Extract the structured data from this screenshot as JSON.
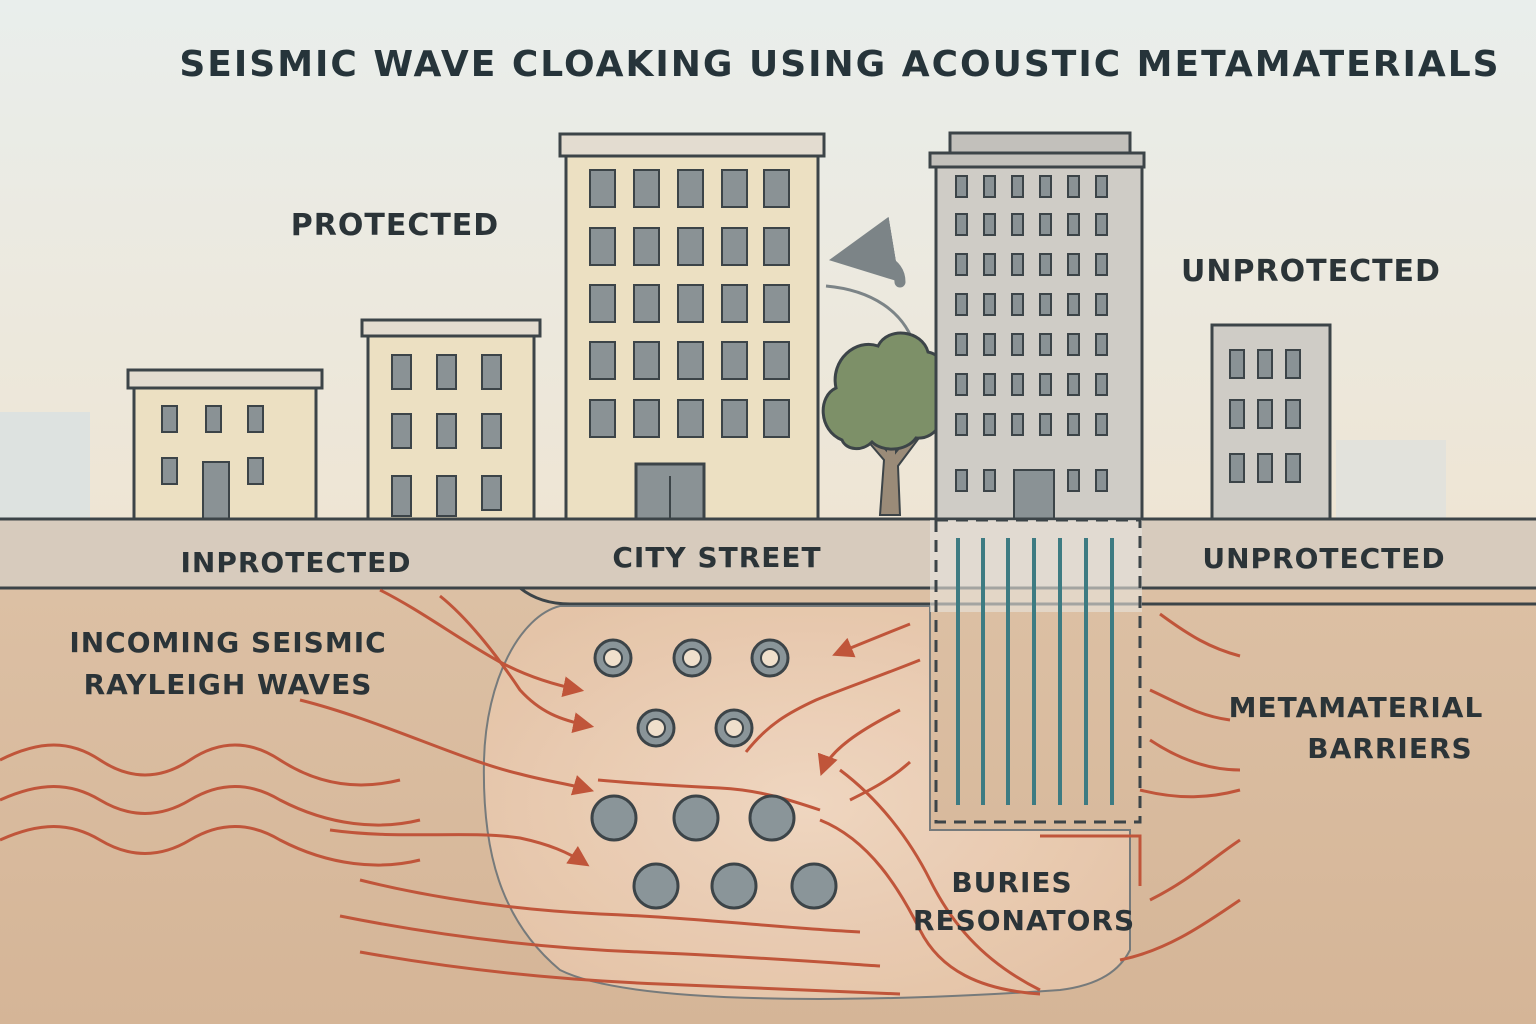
{
  "title": "SEISMIC WAVE CLOAKING USING ACOUSTIC METAMATERIALS",
  "labels": {
    "protected": "PROTECTED",
    "unprotected_sky": "UNPROTECTED",
    "inprotected_street": "INPROTECTED",
    "city_street": "CITY STREET",
    "unprotected_street": "UNPROTECTED",
    "incoming_waves_line1": "INCOMING SEISMIC",
    "incoming_waves_line2": "RAYLEIGH WAVES",
    "metamaterial_line1": "METAMATERIAL",
    "metamaterial_line2": "BARRIERS",
    "resonators_line1": "BURIES",
    "resonators_line2": "RESONATORS"
  },
  "colors": {
    "sky_top": "#e9eeec",
    "sky_bottom": "#eee5d4",
    "street": "#d7cbbd",
    "soil": "#d9b79a",
    "wave": "#c0553a",
    "outline": "#3c4448",
    "protected_building": "#ece0c2",
    "unprotected_building": "#cfccc6",
    "window": "#8a9295",
    "tree": "#7d9068",
    "barrier_rod": "#3d7b82",
    "resonator": "#8a9599"
  }
}
